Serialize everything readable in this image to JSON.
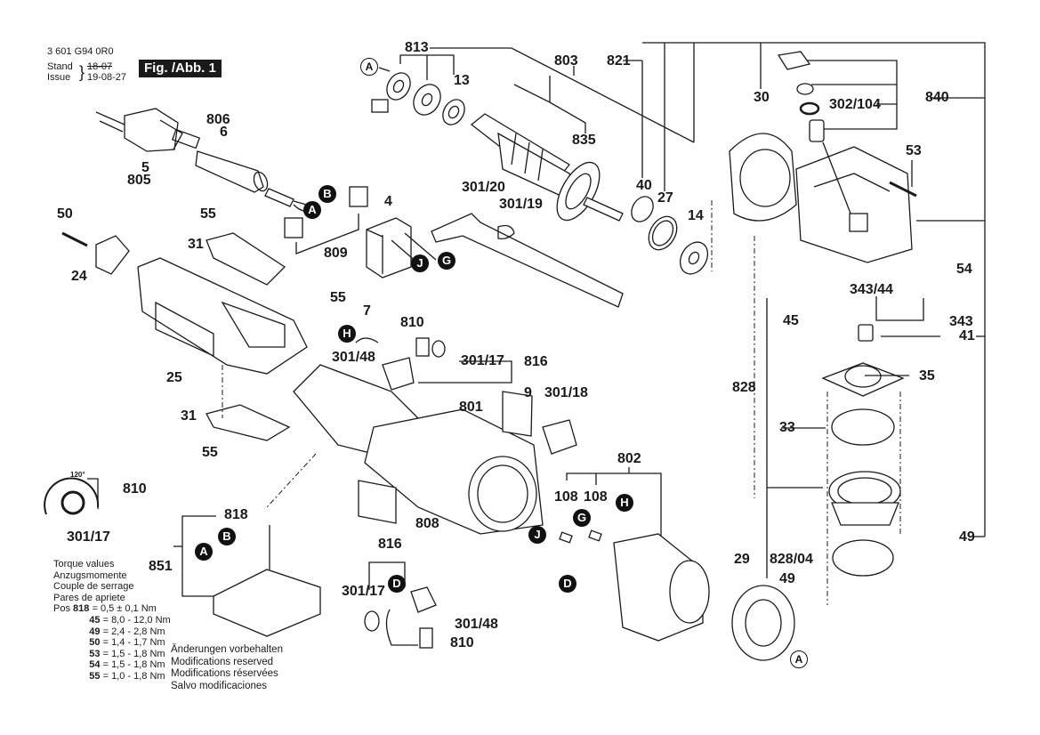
{
  "header": {
    "part_number": "3 601 G94 0R0",
    "stand_label": "Stand",
    "stand_value": "18-07",
    "issue_label": "Issue",
    "issue_value": "19-08-27",
    "figure_label": "Fig. /Abb. 1"
  },
  "callouts": {
    "c813": "813",
    "c13": "13",
    "c803": "803",
    "c835": "835",
    "c821": "821",
    "c30": "30",
    "c302_104": "302/104",
    "c840": "840",
    "c53": "53",
    "c806": "806",
    "c6": "6",
    "c5": "5",
    "c805": "805",
    "c4": "4",
    "c809": "809",
    "c50": "50",
    "c55a": "55",
    "c31a": "31",
    "c24": "24",
    "c301_20": "301/20",
    "c301_19": "301/19",
    "c40": "40",
    "c27": "27",
    "c14": "14",
    "c54": "54",
    "c343_44": "343/44",
    "c343": "343",
    "c45": "45",
    "c41": "41",
    "c55b": "55",
    "c7": "7",
    "c810a": "810",
    "c301_17a": "301/17",
    "c816a": "816",
    "c301_48a": "301/48",
    "c25": "25",
    "c828": "828",
    "c35": "35",
    "c33": "33",
    "c31b": "31",
    "c9": "9",
    "c301_18": "301/18",
    "c801": "801",
    "c55c": "55",
    "c802": "802",
    "c108a": "108",
    "c108b": "108",
    "c810b": "810",
    "c301_17b": "301/17",
    "c818": "818",
    "c808": "808",
    "c851": "851",
    "c49a": "49",
    "c816b": "816",
    "c29": "29",
    "c828_04": "828/04",
    "c49b": "49",
    "c301_17c": "301/17",
    "c301_48b": "301/48",
    "c810c": "810",
    "angle": "120°"
  },
  "connectors": {
    "A": "A",
    "B": "B",
    "D": "D",
    "G": "G",
    "H": "H",
    "J": "J"
  },
  "torque": {
    "title_en": "Torque values",
    "title_de": "Anzugsmomente",
    "title_fr": "Couple de serrage",
    "title_es": "Pares de apriete",
    "pos_prefix": "Pos",
    "rows": [
      {
        "pos": "818",
        "value": "0,5 ± 0,1 Nm"
      },
      {
        "pos": "45",
        "value": "8,0 - 12,0 Nm"
      },
      {
        "pos": "49",
        "value": "2,4 - 2,8 Nm"
      },
      {
        "pos": "50",
        "value": "1,4 - 1,7 Nm"
      },
      {
        "pos": "53",
        "value": "1,5 - 1,8 Nm"
      },
      {
        "pos": "54",
        "value": "1,5 - 1,8 Nm"
      },
      {
        "pos": "55",
        "value": "1,0 - 1,8 Nm"
      }
    ]
  },
  "notes": {
    "de": "Änderungen vorbehalten",
    "en": "Modifications reserved",
    "fr": "Modifications réservées",
    "es": "Salvo modificaciones"
  }
}
